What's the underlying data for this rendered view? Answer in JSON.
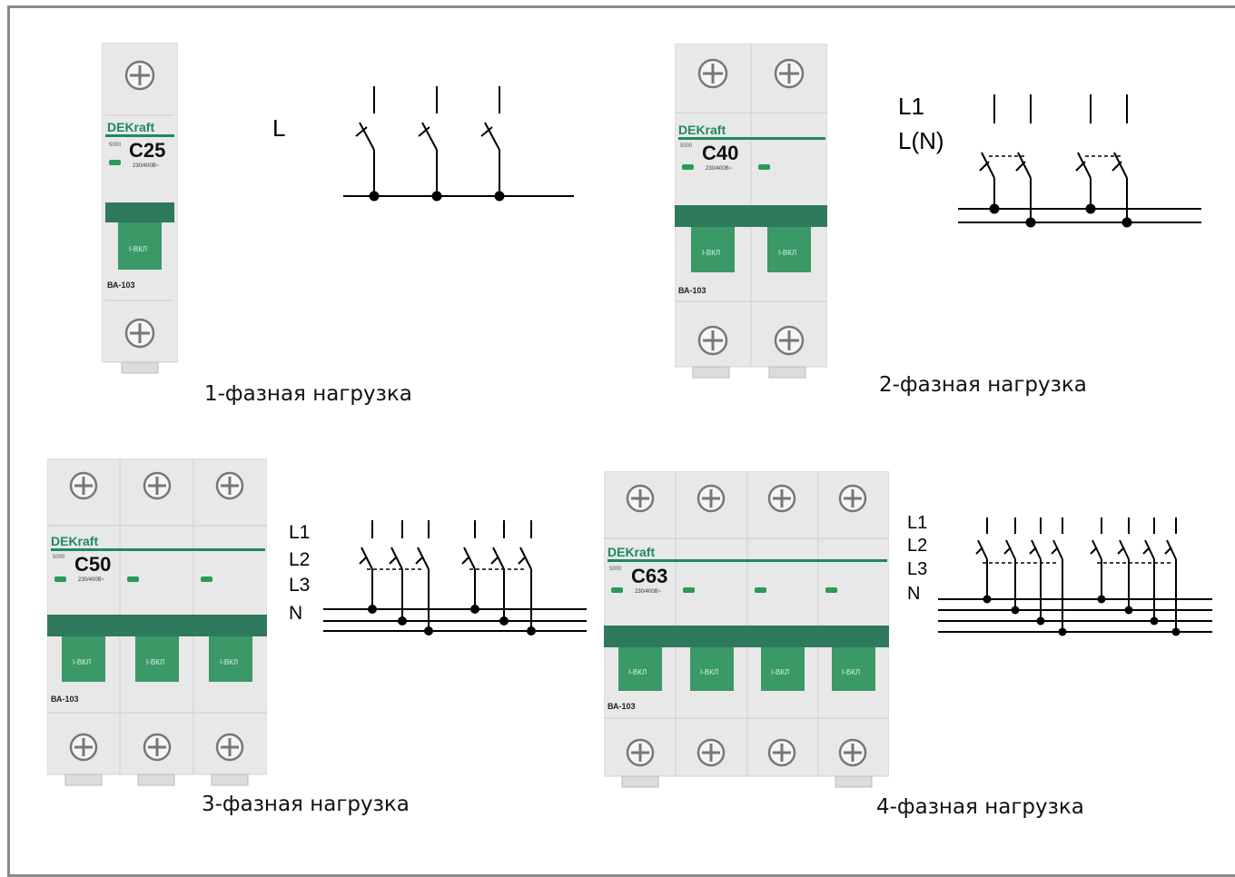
{
  "colors": {
    "green": "#1e8a5e",
    "dark_green": "#2f7a5c",
    "body": "#ececec",
    "frame": "#8a8a8a",
    "wire": "#000000"
  },
  "panels": [
    {
      "brand": "DEKraft",
      "rating": "C25",
      "code": "5000",
      "voltage": "230/400В~",
      "toggle_label": "I-ВКЛ",
      "model": "ВА-103",
      "lines": [
        "L"
      ],
      "caption": "1-фазная нагрузка"
    },
    {
      "brand": "DEKraft",
      "rating": "C40",
      "code": "5000",
      "voltage": "230/400В~",
      "toggle_label": "I-ВКЛ",
      "model": "ВА-103",
      "lines": [
        "L1",
        "L(N)"
      ],
      "caption": "2-фазная нагрузка"
    },
    {
      "brand": "DEKraft",
      "rating": "C50",
      "code": "5000",
      "voltage": "230/400В~",
      "toggle_label": "I-ВКЛ",
      "model": "ВА-103",
      "lines": [
        "L1",
        "L2",
        "L3",
        "N"
      ],
      "caption": "3-фазная нагрузка"
    },
    {
      "brand": "DEKraft",
      "rating": "C63",
      "code": "5000",
      "voltage": "230/400В~",
      "toggle_label": "I-ВКЛ",
      "model": "ВА-103",
      "lines": [
        "L1",
        "L2",
        "L3",
        "N"
      ],
      "caption": "4-фазная нагрузка"
    }
  ],
  "icons": {
    "screw": "screw-icon",
    "indicator": "indicator-icon"
  }
}
